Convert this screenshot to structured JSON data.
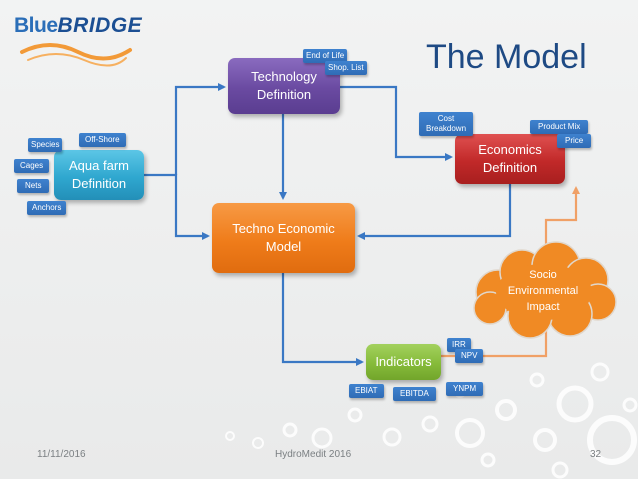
{
  "logo": {
    "part1": "Blue",
    "part2": "BRIDGE"
  },
  "slide_title": "The Model",
  "boxes": {
    "technology": [
      "Technology",
      "Definition"
    ],
    "aqua": [
      "Aqua farm",
      "Definition"
    ],
    "economics": [
      "Economics",
      "Definition"
    ],
    "techno": [
      "Techno Economic",
      "Model"
    ],
    "indicators": "Indicators",
    "socio": [
      "Socio",
      "Environmental",
      "Impact"
    ]
  },
  "tags": {
    "end_of_life": "End of Life",
    "shop_list": "Shop. List",
    "species": "Species",
    "off_shore": "Off-Shore",
    "cages": "Cages",
    "nets": "Nets",
    "anchors": "Anchors",
    "cost_breakdown": [
      "Cost",
      "Breakdown"
    ],
    "product_mix": "Product Mix",
    "price": "Price",
    "irr": "IRR",
    "npv": "NPV",
    "ebiat": "EBIAT",
    "ebitda": "EBITDA",
    "ynpm": "YNPM"
  },
  "footer": {
    "date": "11/11/2016",
    "event": "HydroMedit 2016",
    "page": "32"
  },
  "colors": {
    "technology": "#6a4aa1",
    "aqua": "#2fa7cf",
    "economics": "#c12929",
    "techno": "#ef7c1a",
    "indicators": "#86bb3a",
    "socio": "#ef8a2a",
    "tag": "#2f6cb5",
    "arrow": "#3a78c4"
  }
}
